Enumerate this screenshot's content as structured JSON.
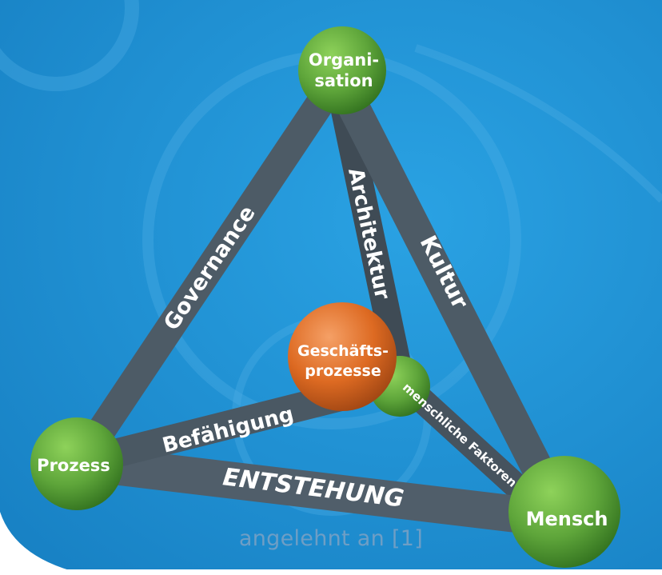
{
  "nodes": {
    "organisation": {
      "line1": "Organi-",
      "line2": "sation"
    },
    "prozess": {
      "label": "Prozess"
    },
    "mensch": {
      "label": "Mensch"
    },
    "center": {
      "line1": "Geschäfts-",
      "line2": "prozesse"
    }
  },
  "edges": {
    "governance": "Governance",
    "architektur": "Architektur",
    "kultur": "Kultur",
    "befaehigung": "Befähigung",
    "menschliche_faktoren": "menschliche Faktoren",
    "entstehung": "ENTSTEHUNG"
  },
  "caption": "angelehnt an [1]",
  "colors": {
    "background": "#1f8ed0",
    "rod": "#4b5a66",
    "green_node": "#5da33a",
    "orange_node": "#d9661e",
    "center_text": "#1c4f82"
  }
}
